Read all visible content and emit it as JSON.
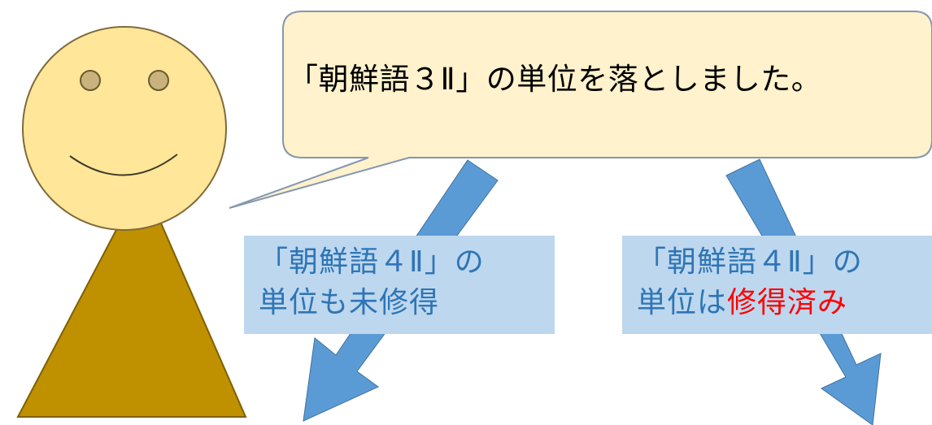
{
  "speech_bubble": {
    "text": "「朝鮮語３Ⅱ」の単位を落としました。"
  },
  "left_box": {
    "line1": "「朝鮮語４Ⅱ」の",
    "line2": "単位も未修得"
  },
  "right_box": {
    "line1": "「朝鮮語４Ⅱ」の",
    "line2_prefix": "単位は",
    "line2_highlight": "修得済み"
  },
  "colors": {
    "face_fill": "#ffe699",
    "face_stroke": "#7f6a3a",
    "body_fill": "#bf9000",
    "bubble_fill": "#fff2cc",
    "bubble_stroke": "#8497b0",
    "arrow_fill": "#5b9bd5",
    "box_fill": "#bdd7ee",
    "box_text": "#2e75b6",
    "highlight_text": "#ff0000"
  }
}
